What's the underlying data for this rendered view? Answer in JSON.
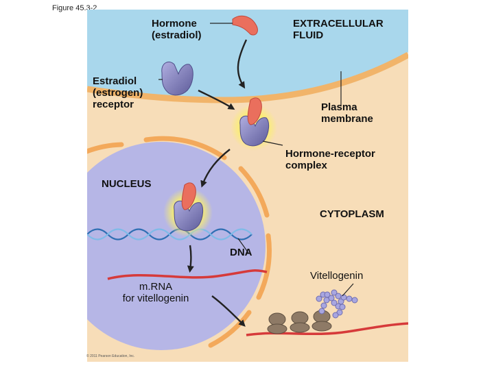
{
  "figure_label": "Figure 45.3-2",
  "labels": {
    "hormone": "Hormone\n(estradiol)",
    "extracellular": "EXTRACELLULAR\nFLUID",
    "receptor": "Estradiol\n(estrogen)\nreceptor",
    "membrane": "Plasma\nmembrane",
    "complex": "Hormone-receptor\ncomplex",
    "nucleus": "NUCLEUS",
    "cytoplasm": "CYTOPLASM",
    "dna": "DNA",
    "vitellogenin": "Vitellogenin",
    "mrna": "m.RNA\nfor vitellogenin"
  },
  "copyright": "© 2011 Pearson Education, Inc.",
  "colors": {
    "extracellular_fluid": "#a9d7ec",
    "cytoplasm": "#f7ddb8",
    "membrane": "#f1b46a",
    "nucleus": "#b6b6e6",
    "nuclear_envelope": "#f3a95b",
    "hormone": "#ea6f5d",
    "receptor": "#7a78b4",
    "mrna": "#d63a3a",
    "dna": "#5a9bd5",
    "protein": "#a8a6e0",
    "ribosome": "#8e7a66"
  }
}
